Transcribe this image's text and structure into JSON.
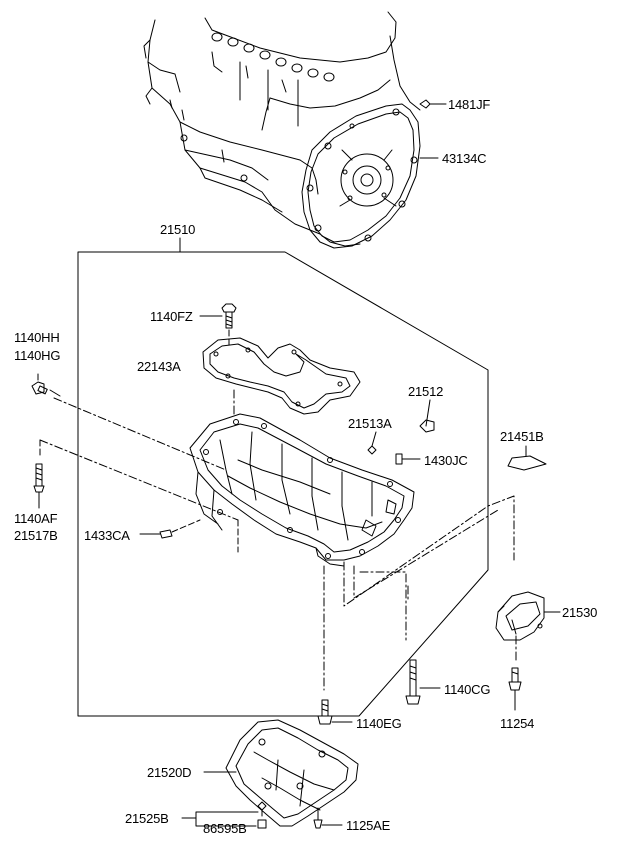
{
  "labels": {
    "p1481JF": "1481JF",
    "p43134C": "43134C",
    "p21510": "21510",
    "p1140FZ": "1140FZ",
    "p1140HH": "1140HH",
    "p1140HG": "1140HG",
    "p22143A": "22143A",
    "p21512": "21512",
    "p21513A": "21513A",
    "p21451B": "21451B",
    "p1430JC": "1430JC",
    "p1140AF": "1140AF",
    "p21517B": "21517B",
    "p1433CA": "1433CA",
    "p21530": "21530",
    "p1140CG": "1140CG",
    "p11254": "11254",
    "p1140EG": "1140EG",
    "p21520D": "21520D",
    "p21525B": "21525B",
    "p86595B": "86595B",
    "p1125AE": "1125AE"
  },
  "colors": {
    "line": "#000000",
    "background": "#ffffff"
  }
}
